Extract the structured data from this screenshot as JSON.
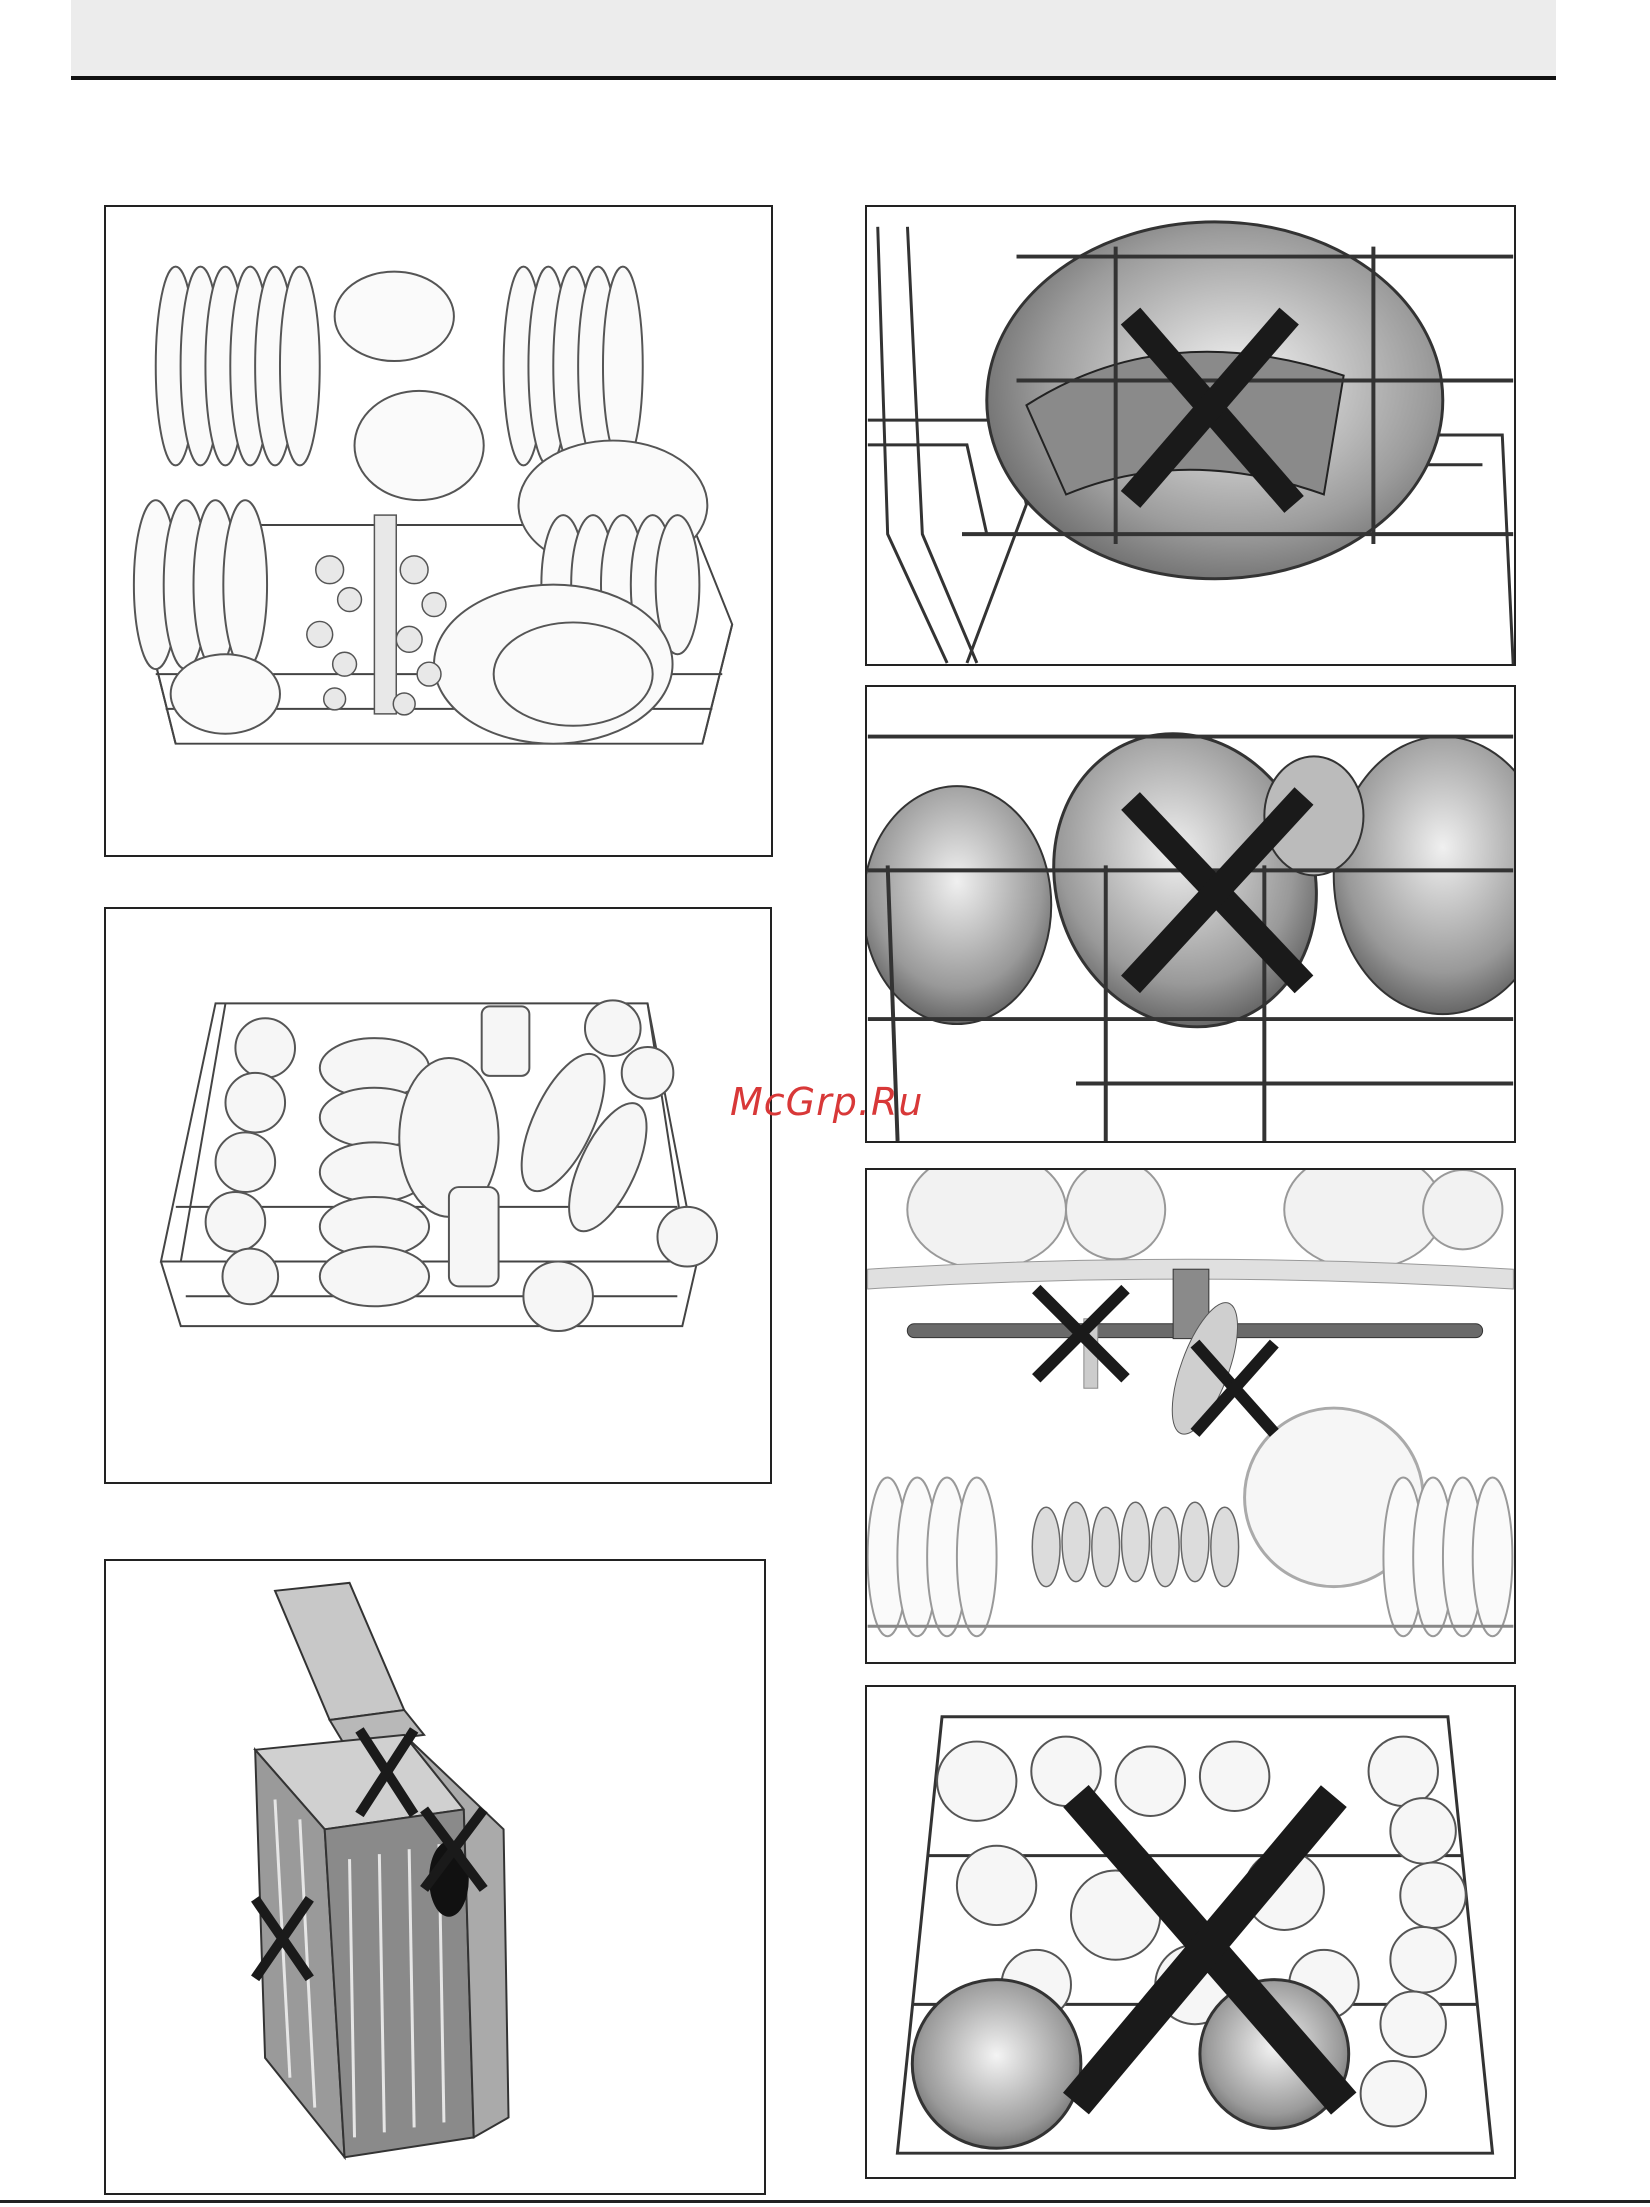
{
  "page": {
    "watermark": "McGrp.Ru"
  },
  "figures": [
    {
      "icon": "upper-rack-loaded-illustration",
      "prohibited": false
    },
    {
      "icon": "upper-rack-cups-illustration",
      "prohibited": false
    },
    {
      "icon": "cutlery-basket-illustration",
      "prohibited": true
    },
    {
      "icon": "large-bowl-blocking-illustration",
      "prohibited": true
    },
    {
      "icon": "bowl-tilted-illustration",
      "prohibited": true
    },
    {
      "icon": "spray-arm-blocked-illustration",
      "prohibited": true
    },
    {
      "icon": "overloaded-rack-illustration",
      "prohibited": true
    }
  ],
  "colors": {
    "frame": "#222222",
    "header": "#ececec",
    "watermark": "#d83838",
    "cross": "#1a1a1a"
  }
}
